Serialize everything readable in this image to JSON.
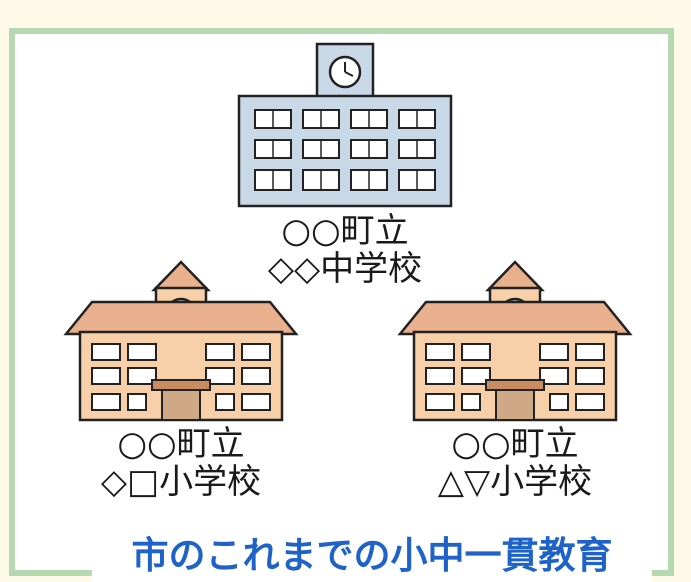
{
  "schools": [
    {
      "line1": "○○町立",
      "line2": "◇◇中学校"
    },
    {
      "line1": "○○町立",
      "line2": "◇□小学校"
    },
    {
      "line1": "○○町立",
      "line2": "△▽小学校"
    }
  ],
  "caption": "市のこれまでの小中一貫教育",
  "colors": {
    "frame": "#b7d9b2",
    "junior_high": "#c9d8e6",
    "elementary_roof": "#e8b08c",
    "elementary_wall": "#f7cfa8",
    "caption_text": "#1f63c8"
  },
  "icons": [
    "junior-high-school-building-icon",
    "elementary-school-building-icon",
    "clock-icon"
  ]
}
